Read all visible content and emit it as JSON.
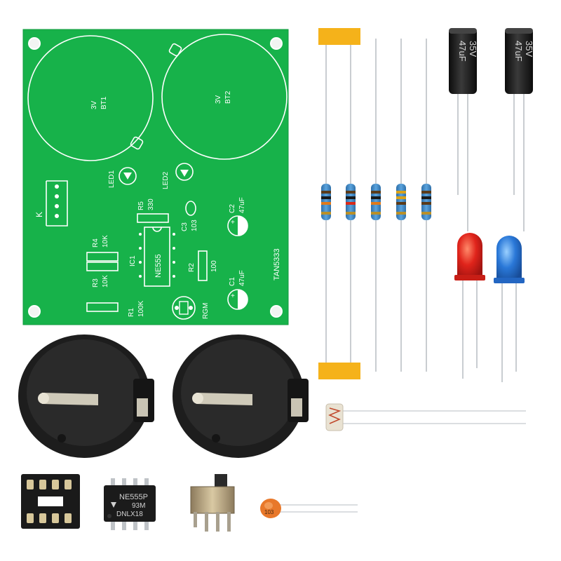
{
  "pcb": {
    "battery1_voltage": "3V",
    "battery1_ref": "BT1",
    "battery2_voltage": "3V",
    "battery2_ref": "BT2",
    "led1_ref": "LED1",
    "led2_ref": "LED2",
    "switch_ref": "K",
    "r5_ref": "R5",
    "r5_value": "330",
    "c3_ref": "C3",
    "c3_value": "103",
    "c2_ref": "C2",
    "c2_value": "47uF",
    "r4_ref": "R4",
    "r4_value": "10K",
    "ic1_ref": "IC1",
    "ic1_value": "NE555",
    "r2_ref": "R2",
    "r2_value": "100",
    "model": "TAN5333",
    "r3_ref": "R3",
    "r3_value": "10K",
    "c1_ref": "C1",
    "c1_value": "47uF",
    "r1_ref": "R1",
    "r1_value": "100K",
    "rgm_ref": "RGM"
  },
  "capacitor_label_line1": "47uF",
  "capacitor_label_line2": "35V",
  "chip_marking": {
    "line1": "NE555P",
    "line2": "93M",
    "line3": "DNLX18"
  },
  "ceramic_cap_label": "103",
  "colors": {
    "pcb_green": "#17b24a",
    "silkscreen": "#ffffff",
    "resistor_body": "#3f86c4",
    "tape": "#f5b21a",
    "led_red": "#e0241b",
    "led_blue": "#2a78d8",
    "holder_black": "#1d1d1d",
    "ceramic_cap": "#e8782a"
  },
  "icons": [
    "pcb-board",
    "battery-holder",
    "resistor",
    "electrolytic-capacitor",
    "led",
    "photoresistor",
    "ic-socket",
    "ne555-chip",
    "slide-switch",
    "ceramic-capacitor"
  ]
}
